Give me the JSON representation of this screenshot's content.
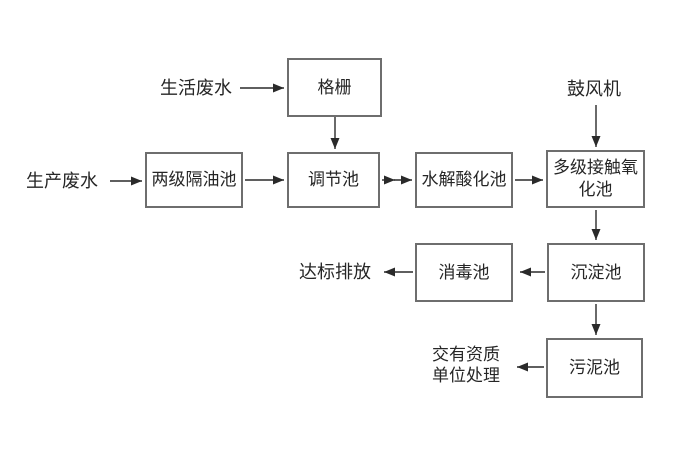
{
  "diagram": {
    "type": "flowchart",
    "subject": "wastewater-treatment-process",
    "nodes": {
      "screen": {
        "label": "格栅"
      },
      "oil_separator": {
        "label": "两级隔油池"
      },
      "regulating": {
        "label": "调节池"
      },
      "hydrolysis": {
        "label": "水解酸化池"
      },
      "oxidation": {
        "label": "多级接触氧化池"
      },
      "sedimentation": {
        "label": "沉淀池"
      },
      "disinfection": {
        "label": "消毒池"
      },
      "sludge": {
        "label": "污泥池"
      }
    },
    "labels": {
      "domestic_wastewater": "生活废水",
      "production_wastewater": "生产废水",
      "blower": "鼓风机",
      "standard_discharge": "达标排放",
      "qualified_unit": "交有资质\n单位处理"
    },
    "edges": [
      {
        "from": "生活废水",
        "to": "格栅"
      },
      {
        "from": "格栅",
        "to": "调节池"
      },
      {
        "from": "生产废水",
        "to": "两级隔油池"
      },
      {
        "from": "两级隔油池",
        "to": "调节池"
      },
      {
        "from": "调节池",
        "to": "水解酸化池"
      },
      {
        "from": "水解酸化池",
        "to": "多级接触氧化池"
      },
      {
        "from": "鼓风机",
        "to": "多级接触氧化池"
      },
      {
        "from": "多级接触氧化池",
        "to": "沉淀池"
      },
      {
        "from": "沉淀池",
        "to": "消毒池"
      },
      {
        "from": "消毒池",
        "to": "达标排放"
      },
      {
        "from": "沉淀池",
        "to": "污泥池"
      },
      {
        "from": "污泥池",
        "to": "交有资质单位处理"
      }
    ],
    "colors": {
      "background": "#ffffff",
      "box_border": "#6e6e6e",
      "text": "#262626",
      "arrow": "#2a2a2a"
    }
  }
}
